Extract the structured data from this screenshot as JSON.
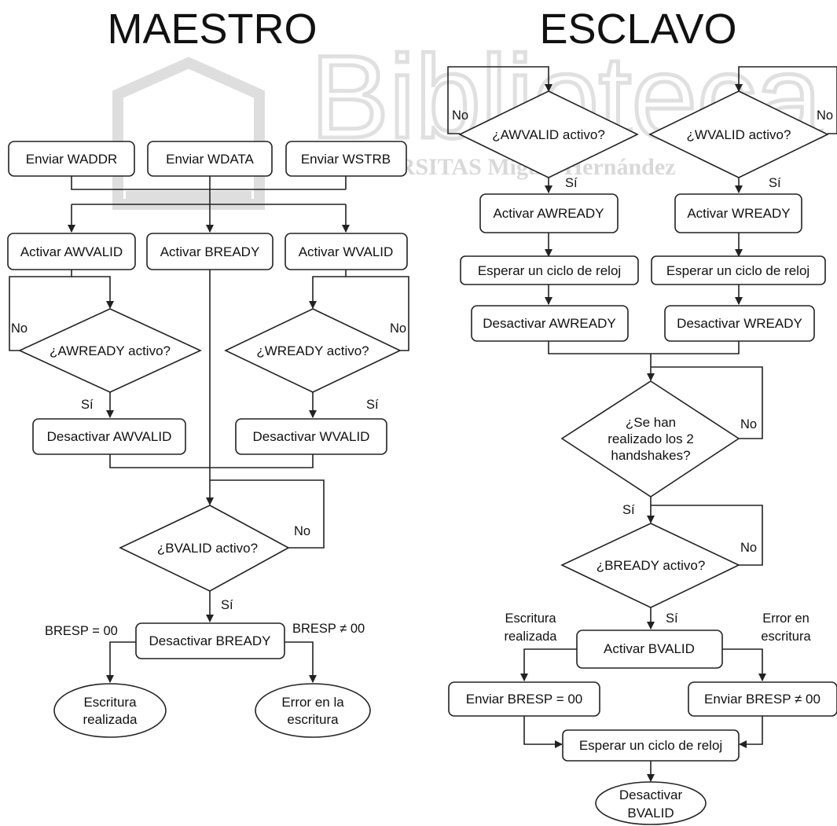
{
  "colors": {
    "line": "#222222",
    "text": "#111111",
    "fill": "#ffffff",
    "watermark": "#d9d9d9"
  },
  "watermark": {
    "main": "Biblioteca",
    "sub": "UNIVERSITAS Miguel Hernández"
  },
  "master": {
    "title": "MAESTRO",
    "send_waddr": "Enviar WADDR",
    "send_wdata": "Enviar WDATA",
    "send_wstrb": "Enviar WSTRB",
    "act_awvalid": "Activar AWVALID",
    "act_bready": "Activar BREADY",
    "act_wvalid": "Activar WVALID",
    "q_awready": "¿AWREADY activo?",
    "q_wready": "¿WREADY activo?",
    "deact_awvalid": "Desactivar AWVALID",
    "deact_wvalid": "Desactivar WVALID",
    "q_bvalid": "¿BVALID activo?",
    "deact_bready": "Desactivar BREADY",
    "ok_end": [
      "Escritura",
      "realizada"
    ],
    "err_end": [
      "Error en la",
      "escritura"
    ],
    "no": "No",
    "yes": "Sí",
    "bresp_ok": "BRESP = 00",
    "bresp_err": "BRESP ≠ 00"
  },
  "slave": {
    "title": "ESCLAVO",
    "q_awvalid": "¿AWVALID activo?",
    "q_wvalid": "¿WVALID activo?",
    "act_awready": "Activar AWREADY",
    "act_wready": "Activar WREADY",
    "wait_cycle": "Esperar un ciclo de reloj",
    "deact_awready": "Desactivar AWREADY",
    "deact_wready": "Desactivar WREADY",
    "q_handshakes": [
      "¿Se han",
      "realizado los 2",
      "handshakes?"
    ],
    "q_bready": "¿BREADY activo?",
    "act_bvalid": "Activar BVALID",
    "send_bresp_ok": "Enviar BRESP = 00",
    "send_bresp_err": "Enviar BRESP ≠ 00",
    "deact_bvalid": [
      "Desactivar",
      "BVALID"
    ],
    "label_ok": [
      "Escritura",
      "realizada"
    ],
    "label_err": [
      "Error en",
      "escritura"
    ],
    "no": "No",
    "yes": "Sí"
  }
}
